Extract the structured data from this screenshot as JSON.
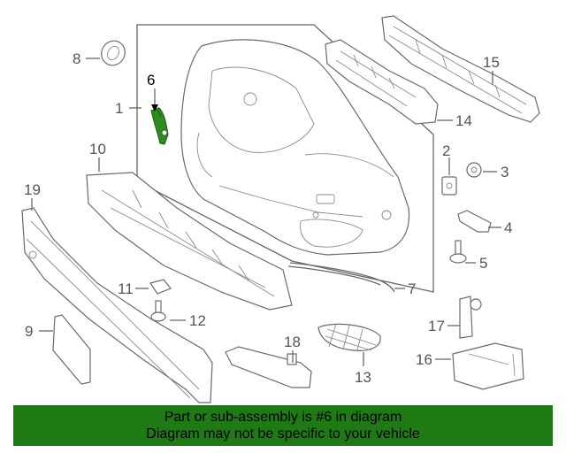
{
  "callouts": {
    "c1": "1",
    "c2": "2",
    "c3": "3",
    "c4": "4",
    "c5": "5",
    "c6": "6",
    "c7": "7",
    "c8": "8",
    "c9": "9",
    "c10": "10",
    "c11": "11",
    "c12": "12",
    "c13": "13",
    "c14": "14",
    "c15": "15",
    "c16": "16",
    "c17": "17",
    "c18": "18",
    "c19": "19"
  },
  "banner": {
    "line1": "Part or sub-assembly is #6 in diagram",
    "line2": "Diagram may not be specific to your vehicle"
  },
  "colors": {
    "banner": "#1f7a16",
    "highlight_part": "#2e8b1e"
  }
}
